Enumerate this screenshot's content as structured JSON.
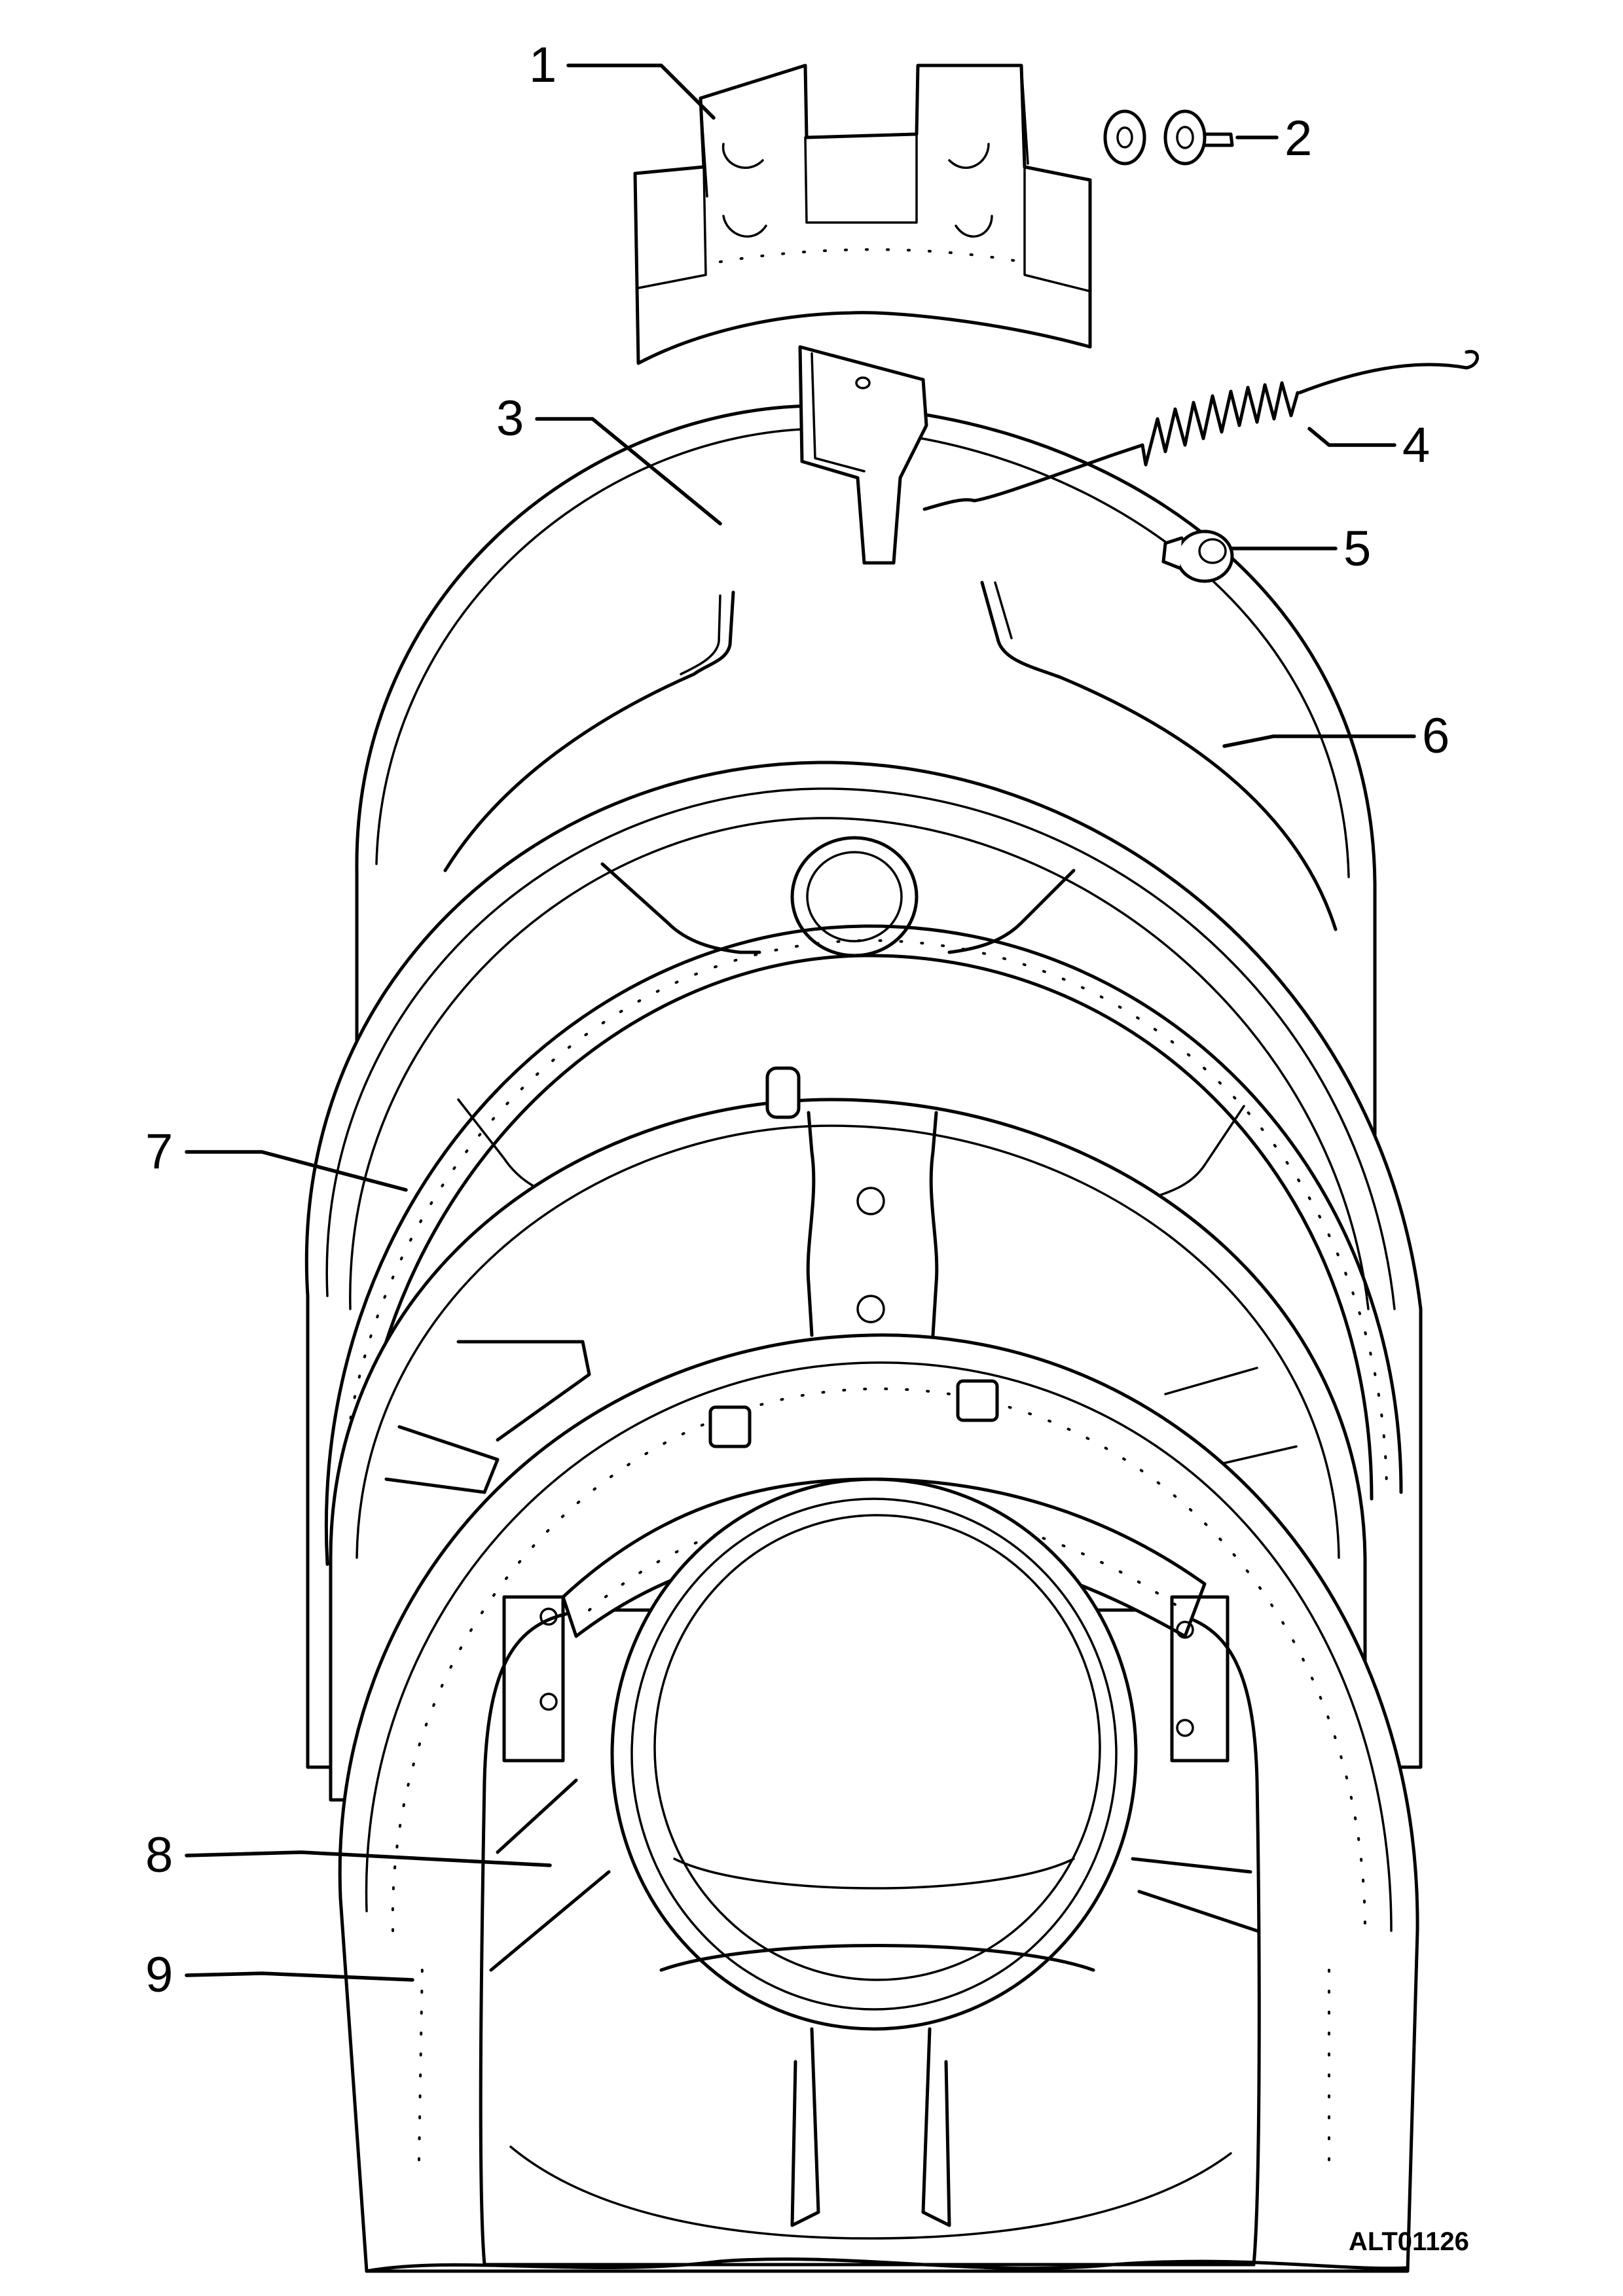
{
  "figure": {
    "reference_code": "ALT01126",
    "callouts": [
      {
        "id": "1",
        "label": "1"
      },
      {
        "id": "2",
        "label": "2"
      },
      {
        "id": "3",
        "label": "3"
      },
      {
        "id": "4",
        "label": "4"
      },
      {
        "id": "5",
        "label": "5"
      },
      {
        "id": "6",
        "label": "6"
      },
      {
        "id": "7",
        "label": "7"
      },
      {
        "id": "8",
        "label": "8"
      },
      {
        "id": "9",
        "label": "9"
      }
    ]
  }
}
